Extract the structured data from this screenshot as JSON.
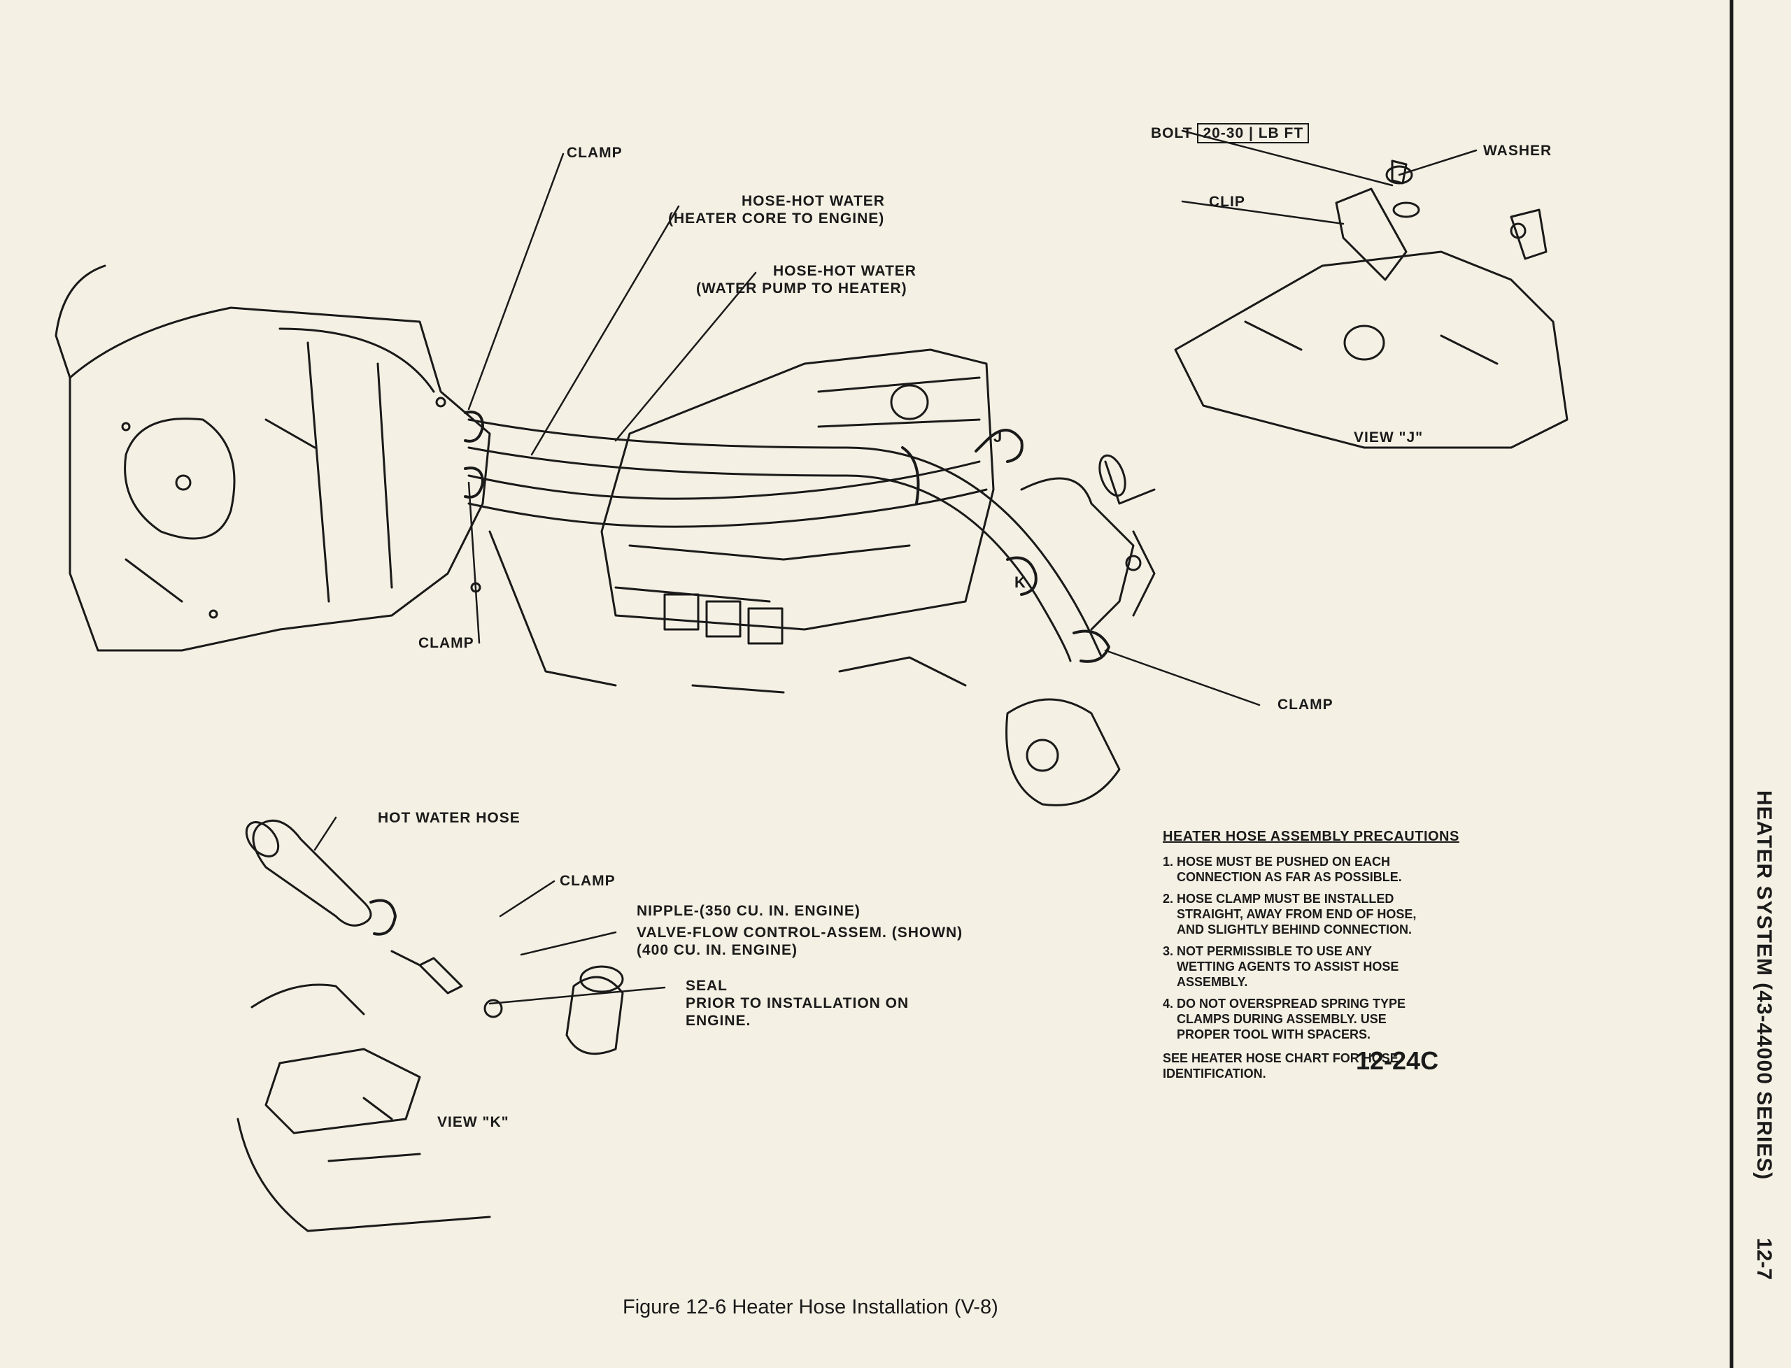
{
  "side_header": {
    "section": "HEATER SYSTEM (43-44000 SERIES)",
    "page": "12-7"
  },
  "labels": {
    "clamp_top": "CLAMP",
    "hose_core_to_engine": [
      "HOSE-HOT WATER",
      "(HEATER CORE TO ENGINE)"
    ],
    "hose_pump_to_heater": [
      "HOSE-HOT WATER",
      "(WATER PUMP TO HEATER)"
    ],
    "clamp_left": "CLAMP",
    "clamp_right": "CLAMP",
    "bolt": "BOLT",
    "torque": "20-30",
    "torque_unit": "LB FT",
    "washer": "WASHER",
    "clip": "CLIP",
    "view_j": "VIEW \"J\"",
    "view_k": "VIEW \"K\"",
    "hot_water_hose": "HOT WATER HOSE",
    "clamp_k": "CLAMP",
    "nipple": "NIPPLE-(350 CU. IN. ENGINE)",
    "valve": [
      "VALVE-FLOW CONTROL-ASSEM. (SHOWN)",
      "(400 CU. IN. ENGINE)"
    ],
    "seal": [
      "SEAL",
      "PRIOR TO INSTALLATION ON",
      "ENGINE."
    ],
    "callout_j": "J",
    "callout_k": "K"
  },
  "precautions": {
    "title": "HEATER HOSE ASSEMBLY PRECAUTIONS",
    "items": [
      [
        "1. HOSE MUST BE PUSHED ON EACH",
        "CONNECTION AS FAR AS POSSIBLE."
      ],
      [
        "2. HOSE CLAMP MUST BE INSTALLED",
        "STRAIGHT, AWAY FROM END OF HOSE,",
        "AND SLIGHTLY BEHIND CONNECTION."
      ],
      [
        "3. NOT PERMISSIBLE TO USE ANY",
        "WETTING AGENTS TO ASSIST HOSE",
        "ASSEMBLY."
      ],
      [
        "4. DO NOT OVERSPREAD SPRING TYPE",
        "CLAMPS DURING ASSEMBLY. USE",
        "PROPER TOOL WITH SPACERS."
      ]
    ],
    "note": [
      "SEE HEATER HOSE CHART FOR HOSE",
      "IDENTIFICATION."
    ]
  },
  "figure_number": "12-24C",
  "caption": "Figure 12-6 Heater Hose Installation (V-8)",
  "colors": {
    "paper": "#f4f0e3",
    "ink": "#1a1a1a"
  }
}
